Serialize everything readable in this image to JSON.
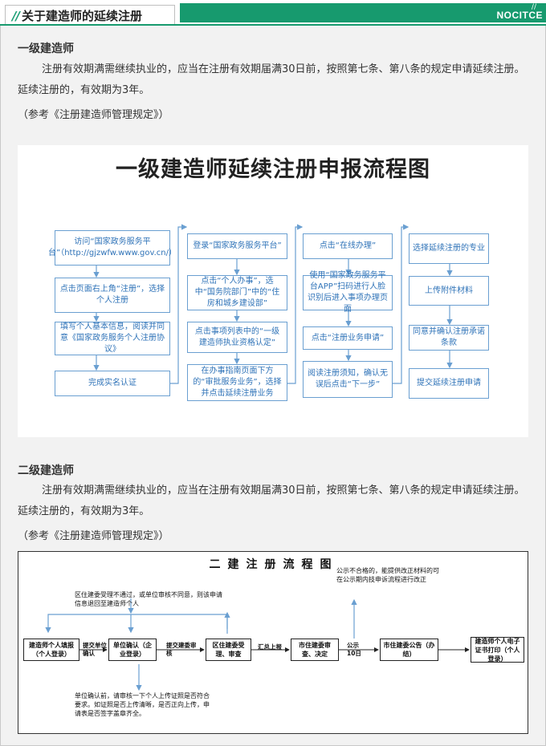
{
  "header": {
    "slash": "//",
    "title": "关于建造师的延续注册",
    "logo": "NOCITCE",
    "logo_mark": "//",
    "brand_color": "#179a6e"
  },
  "section1": {
    "title": "一级建造师",
    "paragraph": "注册有效期满需继续执业的，应当在注册有效期届满30日前，按照第七条、第八条的规定申请延续注册。延续注册的，有效期为3年。",
    "reference": "（参考《注册建造师管理规定》）"
  },
  "flow1": {
    "title": "一级建造师延续注册申报流程图",
    "col1": [
      "访问“国家政务服务平台”（http://gjzwfw.www.gov.cn/）",
      "点击页面右上角“注册”，选择个人注册",
      "填写个人基本信息，阅读并同意《国家政务服务个人注册协议》",
      "完成实名认证"
    ],
    "col2": [
      "登录“国家政务服务平台”",
      "点击“个人办事”，选中“国务院部门”中的“住房和城乡建设部”",
      "点击事项列表中的“一级建造师执业资格认定”",
      "在办事指南页面下方的“审批服务业务”，选择并点击延续注册业务"
    ],
    "col3": [
      "点击“在线办理”",
      "使用“国家政务服务平台APP”扫码进行人脸识别后进入事项办理页面",
      "点击“注册业务申请”",
      "阅读注册须知，确认无误后点击“下一步”"
    ],
    "col4": [
      "选择延续注册的专业",
      "上传附件材料",
      "同意并确认注册承诺条款",
      "提交延续注册申请"
    ],
    "box_color": "#6a9fd1",
    "text_color": "#2f73b8"
  },
  "section2": {
    "title": "二级建造师",
    "paragraph": "注册有效期满需继续执业的，应当在注册有效期届满30日前，按照第七条、第八条的规定申请延续注册。延续注册的，有效期为3年。",
    "reference": "（参考《注册建造师管理规定》）"
  },
  "flow2": {
    "title": "二建注册流程图",
    "boxes": [
      "建造师个人填报（个人登录）",
      "单位确认（企业登录）",
      "区住建委受理、审查",
      "市住建委审查、决定",
      "市住建委公告（办结）",
      "建造师个人电子证书打印（个人登录）"
    ],
    "labels": [
      "提交单位确认",
      "提交建委审核",
      "汇总上报",
      "公示10日"
    ],
    "note_top_left": "区住建委受理不通过，或单位审核不同意，则该申请信息退回至建造师个人",
    "note_top_right": "公示不合格的，能提供改正材料的可在公示期内技申诉流程进行改正",
    "note_bottom": "单位确认前，请审核一下个人上传证照是否符合要求。如证照是否上传清晰，是否正向上传，申请表是否签字盖章齐全。"
  }
}
